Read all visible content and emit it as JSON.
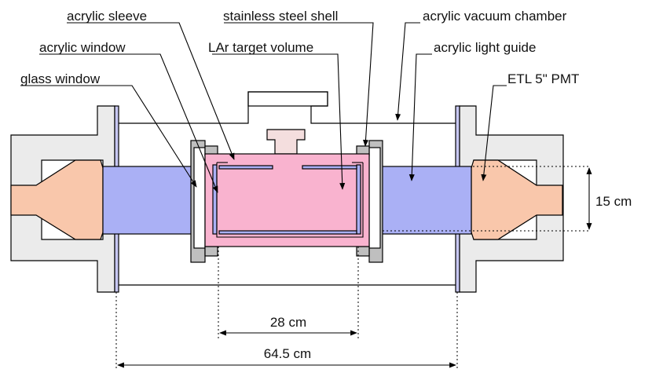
{
  "labels": {
    "acrylic_sleeve": "acrylic sleeve",
    "stainless_steel_shell": "stainless steel shell",
    "acrylic_vacuum_chamber": "acrylic vacuum chamber",
    "acrylic_window": "acrylic window",
    "lar_target_volume": "LAr target volume",
    "acrylic_light_guide": "acrylic light guide",
    "glass_window": "glass window",
    "pmt": "ETL 5\" PMT"
  },
  "dimensions": {
    "height": "15 cm",
    "inner_length": "28 cm",
    "outer_length": "64.5 cm"
  },
  "colors": {
    "lar": "#f9b3cf",
    "light_guide": "#aab0f5",
    "pmt": "#f9c7ab",
    "housing": "#ebebeb",
    "window_glass": "#c7c7f2",
    "flange": "#bfbfbf",
    "port": "#f4dede"
  }
}
